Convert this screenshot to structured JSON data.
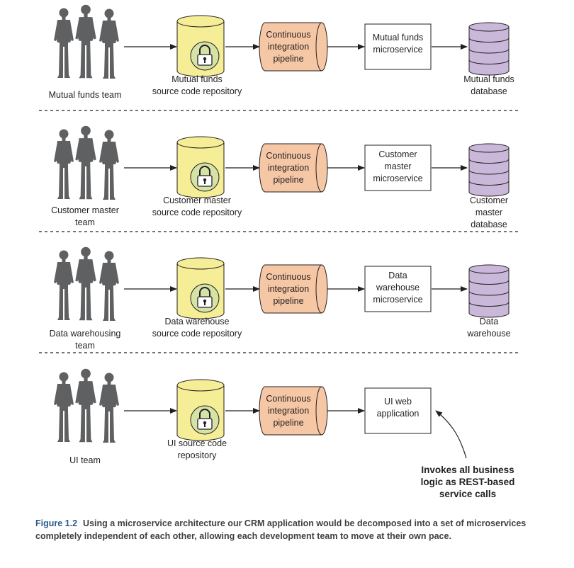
{
  "rows": [
    {
      "team": "Mutual funds team",
      "repository": "Mutual funds\nsource code repository",
      "pipeline": "Continuous\nintegration\npipeline",
      "service": "Mutual funds\nmicroservice",
      "database": "Mutual funds\ndatabase"
    },
    {
      "team": "Customer master\nteam",
      "repository": "Customer master\nsource code repository",
      "pipeline": "Continuous\nintegration\npipeline",
      "service": "Customer\nmaster\nmicroservice",
      "database": "Customer\nmaster\ndatabase"
    },
    {
      "team": "Data warehousing\nteam",
      "repository": "Data warehouse\nsource code repository",
      "pipeline": "Continuous\nintegration\npipeline",
      "service": "Data\nwarehouse\nmicroservice",
      "database": "Data\nwarehouse"
    },
    {
      "team": "UI team",
      "repository": "UI source code\nrepository",
      "pipeline": "Continuous\nintegration\npipeline",
      "service": "UI web\napplication",
      "database": ""
    }
  ],
  "annotation": "Invokes all business\nlogic as REST-based\nservice calls",
  "caption": {
    "figure": "Figure 1.2",
    "text": "Using a microservice architecture our CRM application would be decomposed into a set of microservices completely independent of each other, allowing each development team to move at their own pace."
  },
  "colors": {
    "people": "#5f6062",
    "repository_fill": "#f6ee96",
    "lock_fill": "#d6e3a6",
    "pipeline_fill": "#f6c7a5",
    "database_fill": "#c9b8d9",
    "caption_accent": "#2b5a8a"
  },
  "icons": [
    "person-silhouette-icon",
    "padlock-icon"
  ]
}
